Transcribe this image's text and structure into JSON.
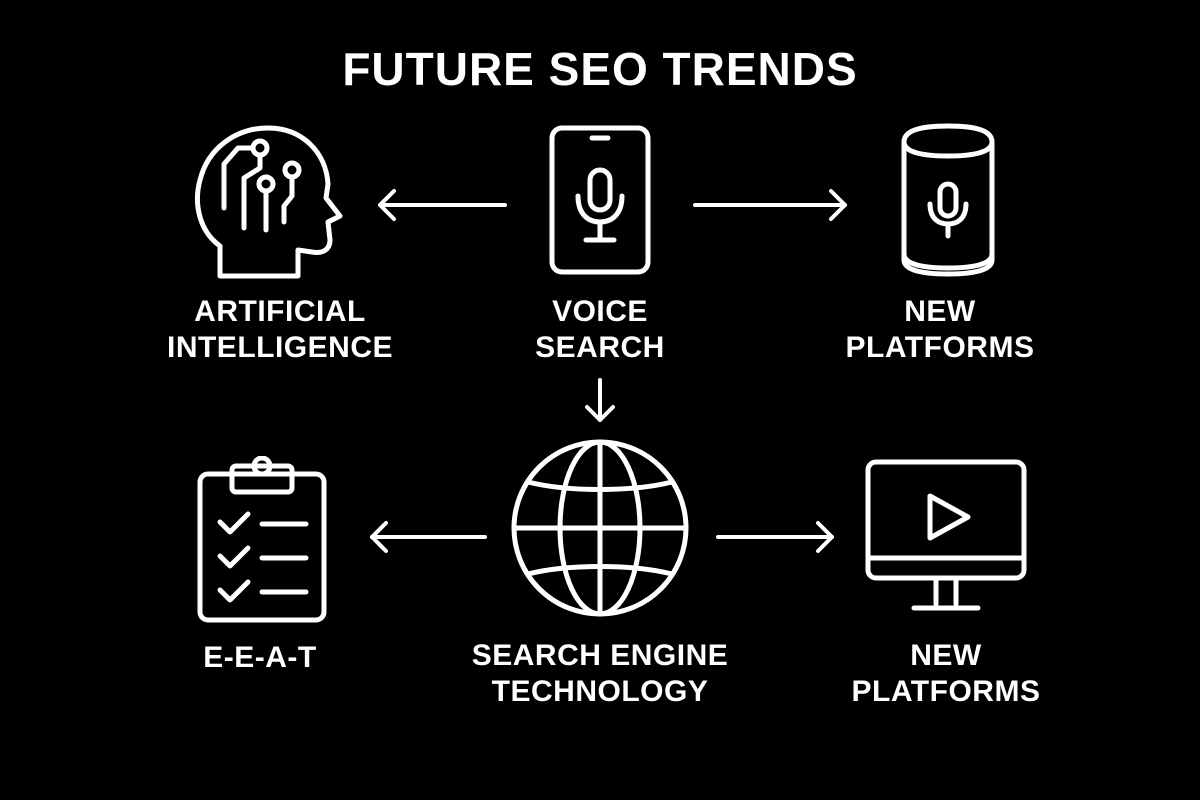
{
  "title": "FUTURE SEO TRENDS",
  "colors": {
    "background": "#000000",
    "foreground": "#ffffff"
  },
  "nodes": {
    "ai": {
      "line1": "ARTIFICIAL",
      "line2": "INTELLIGENCE",
      "icon": "head-circuit-icon"
    },
    "voice": {
      "line1": "VOICE",
      "line2": "SEARCH",
      "icon": "phone-microphone-icon"
    },
    "platforms_top": {
      "line1": "NEW",
      "line2": "PLATFORMS",
      "icon": "smart-speaker-icon"
    },
    "eeat": {
      "line1": "E-E-A-T",
      "icon": "checklist-clipboard-icon"
    },
    "search_engine": {
      "line1": "SEARCH ENGINE",
      "line2": "TECHNOLOGY",
      "icon": "globe-icon"
    },
    "platforms_bottom": {
      "line1": "NEW",
      "line2": "PLATFORMS",
      "icon": "monitor-play-icon"
    }
  }
}
